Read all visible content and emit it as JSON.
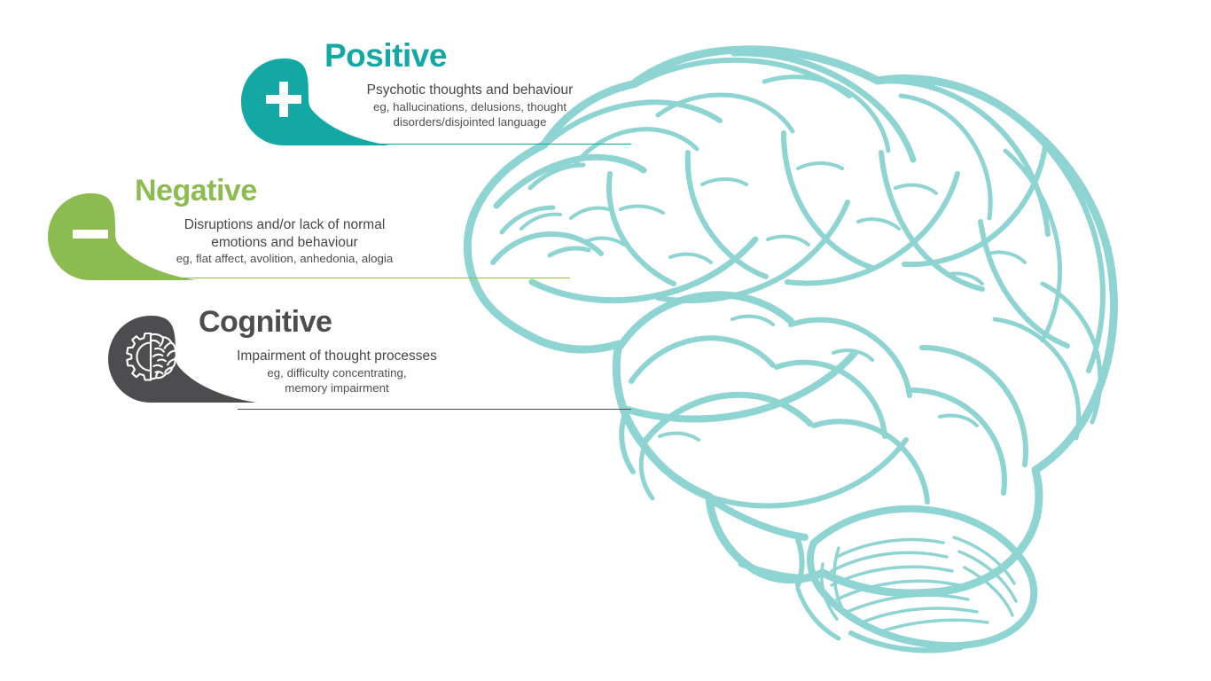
{
  "infographic": {
    "subject": "Brain",
    "illustration": {
      "icon": "brain-illustration",
      "color": "#8ed4d2"
    },
    "colors": {
      "positive": "#14a8a5",
      "negative": "#8cbb50",
      "cognitive": "#4d4d4f",
      "brain": "#8ed4d2",
      "text": "#46464a",
      "background": "#ffffff"
    },
    "symptoms": [
      {
        "key": "positive",
        "title": "Positive",
        "icon": "plus-icon",
        "color": "#14a8a5",
        "description": "Psychotic thoughts and behaviour",
        "examples": "eg, hallucinations, delusions, thought disorders/disjointed language",
        "examples_line1": "eg, hallucinations, delusions, thought",
        "examples_line2": "disorders/disjointed language"
      },
      {
        "key": "negative",
        "title": "Negative",
        "icon": "minus-icon",
        "color": "#8cbb50",
        "description": "Disruptions and/or lack of normal emotions and behaviour",
        "description_line1": "Disruptions and/or lack of normal",
        "description_line2": "emotions and behaviour",
        "examples": "eg, flat affect, avolition, anhedonia, alogia"
      },
      {
        "key": "cognitive",
        "title": "Cognitive",
        "icon": "gear-brain-icon",
        "color": "#4d4d4f",
        "description": "Impairment of thought processes",
        "examples": "eg, difficulty concentrating, memory impairment",
        "examples_line1": "eg, difficulty concentrating,",
        "examples_line2": "memory impairment"
      }
    ]
  }
}
